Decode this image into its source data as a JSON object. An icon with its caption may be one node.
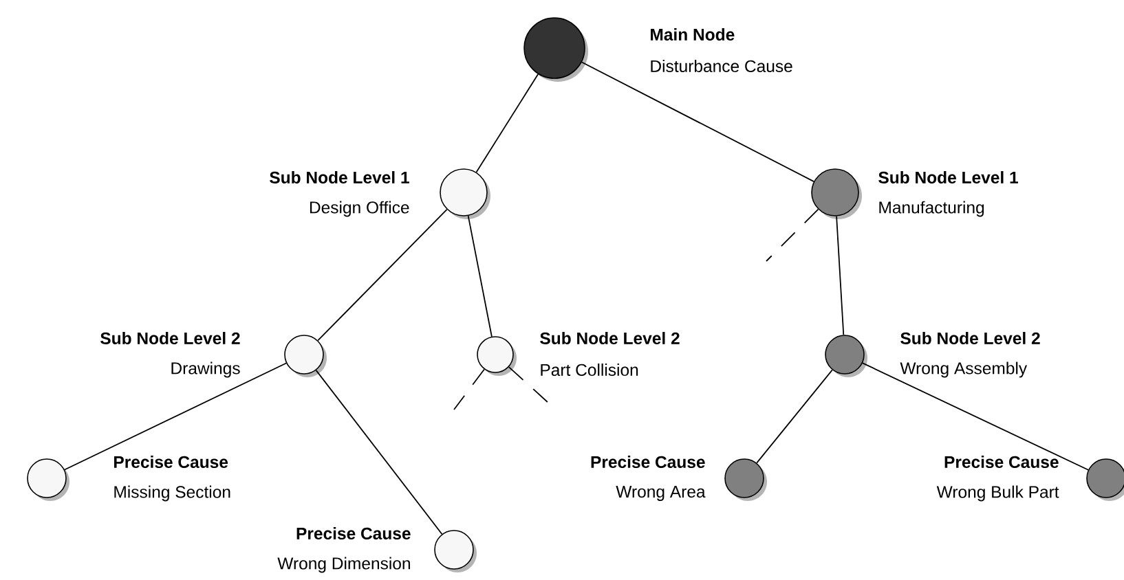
{
  "diagram": {
    "nodes": [
      {
        "text": [],
        "shape": "circle",
        "beside": [
          "Main Node",
          "Disturbance Cause"
        ]
      },
      {
        "text": [],
        "shape": "circle",
        "beside": [
          "Sub Node Level 1",
          "Design Office"
        ]
      },
      {
        "text": [],
        "shape": "circle",
        "beside": [
          "Sub Node Level 1",
          "Manufacturing"
        ]
      },
      {
        "text": [],
        "shape": "circle",
        "beside": [
          "Sub Node Level 2",
          "Drawings"
        ]
      },
      {
        "text": [],
        "shape": "circle",
        "beside": [
          "Sub Node Level 2",
          "Part Collision"
        ]
      },
      {
        "text": [],
        "shape": "circle",
        "beside": [
          "Sub Node Level 2",
          "Wrong Assembly"
        ]
      },
      {
        "text": [],
        "shape": "circle",
        "beside": [
          "Precise Cause",
          "Missing Section"
        ]
      },
      {
        "text": [],
        "shape": "circle",
        "beside": [
          "Precise Cause",
          "Wrong Area"
        ]
      },
      {
        "text": [],
        "shape": "circle",
        "beside": [
          "Precise Cause",
          "Wrong Bulk Part"
        ]
      },
      {
        "text": [],
        "shape": "circle",
        "beside": [
          "Precise Cause",
          "Wrong Dimension"
        ]
      }
    ],
    "edges": [
      {
        "from": 0,
        "to": 1,
        "arrow": "none"
      },
      {
        "from": 0,
        "to": 2,
        "arrow": "none"
      },
      {
        "from": 1,
        "to": 3,
        "arrow": "none"
      },
      {
        "from": 1,
        "to": 4,
        "arrow": "none"
      },
      {
        "from": 2,
        "to": 5,
        "arrow": "none"
      },
      {
        "from": 3,
        "to": 6,
        "arrow": "none"
      },
      {
        "from": 3,
        "to": 9,
        "arrow": "none"
      },
      {
        "from": 5,
        "to": 7,
        "arrow": "none"
      },
      {
        "from": 5,
        "to": 8,
        "arrow": "none"
      },
      {
        "from": 4,
        "to": null,
        "arrow": "none",
        "style": "dashed"
      },
      {
        "from": 4,
        "to": null,
        "arrow": "none",
        "style": "dashed"
      },
      {
        "from": 2,
        "to": null,
        "arrow": "none",
        "style": "dashed"
      }
    ]
  }
}
